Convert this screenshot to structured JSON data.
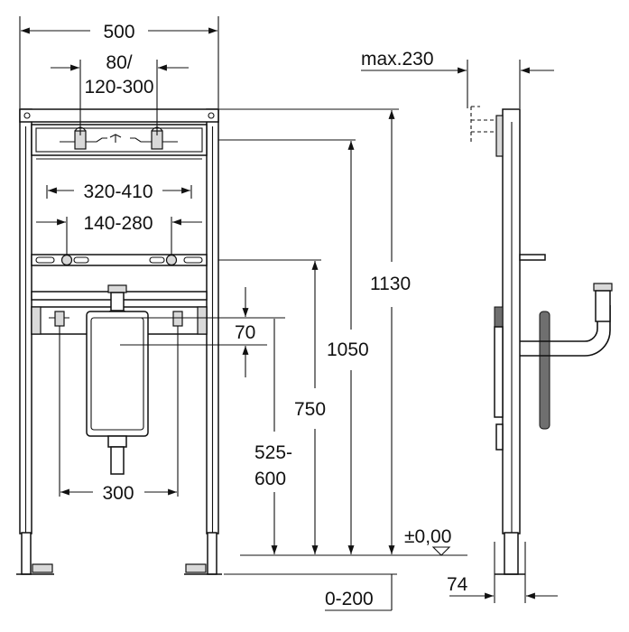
{
  "dimensions": {
    "width_total": "500",
    "valve_spacing_line1": "80/",
    "valve_spacing_line2": "120-300",
    "rail_width": "320-410",
    "rail_holes": "140-280",
    "height_70": "70",
    "height_1130": "1130",
    "height_1050": "1050",
    "height_750": "750",
    "height_range_line1": "525-",
    "height_range_line2": "600",
    "drain_spacing": "300",
    "floor_level": "±0,00",
    "floor_adjust": "0-200",
    "depth_74": "74",
    "depth_max": "max.230"
  }
}
